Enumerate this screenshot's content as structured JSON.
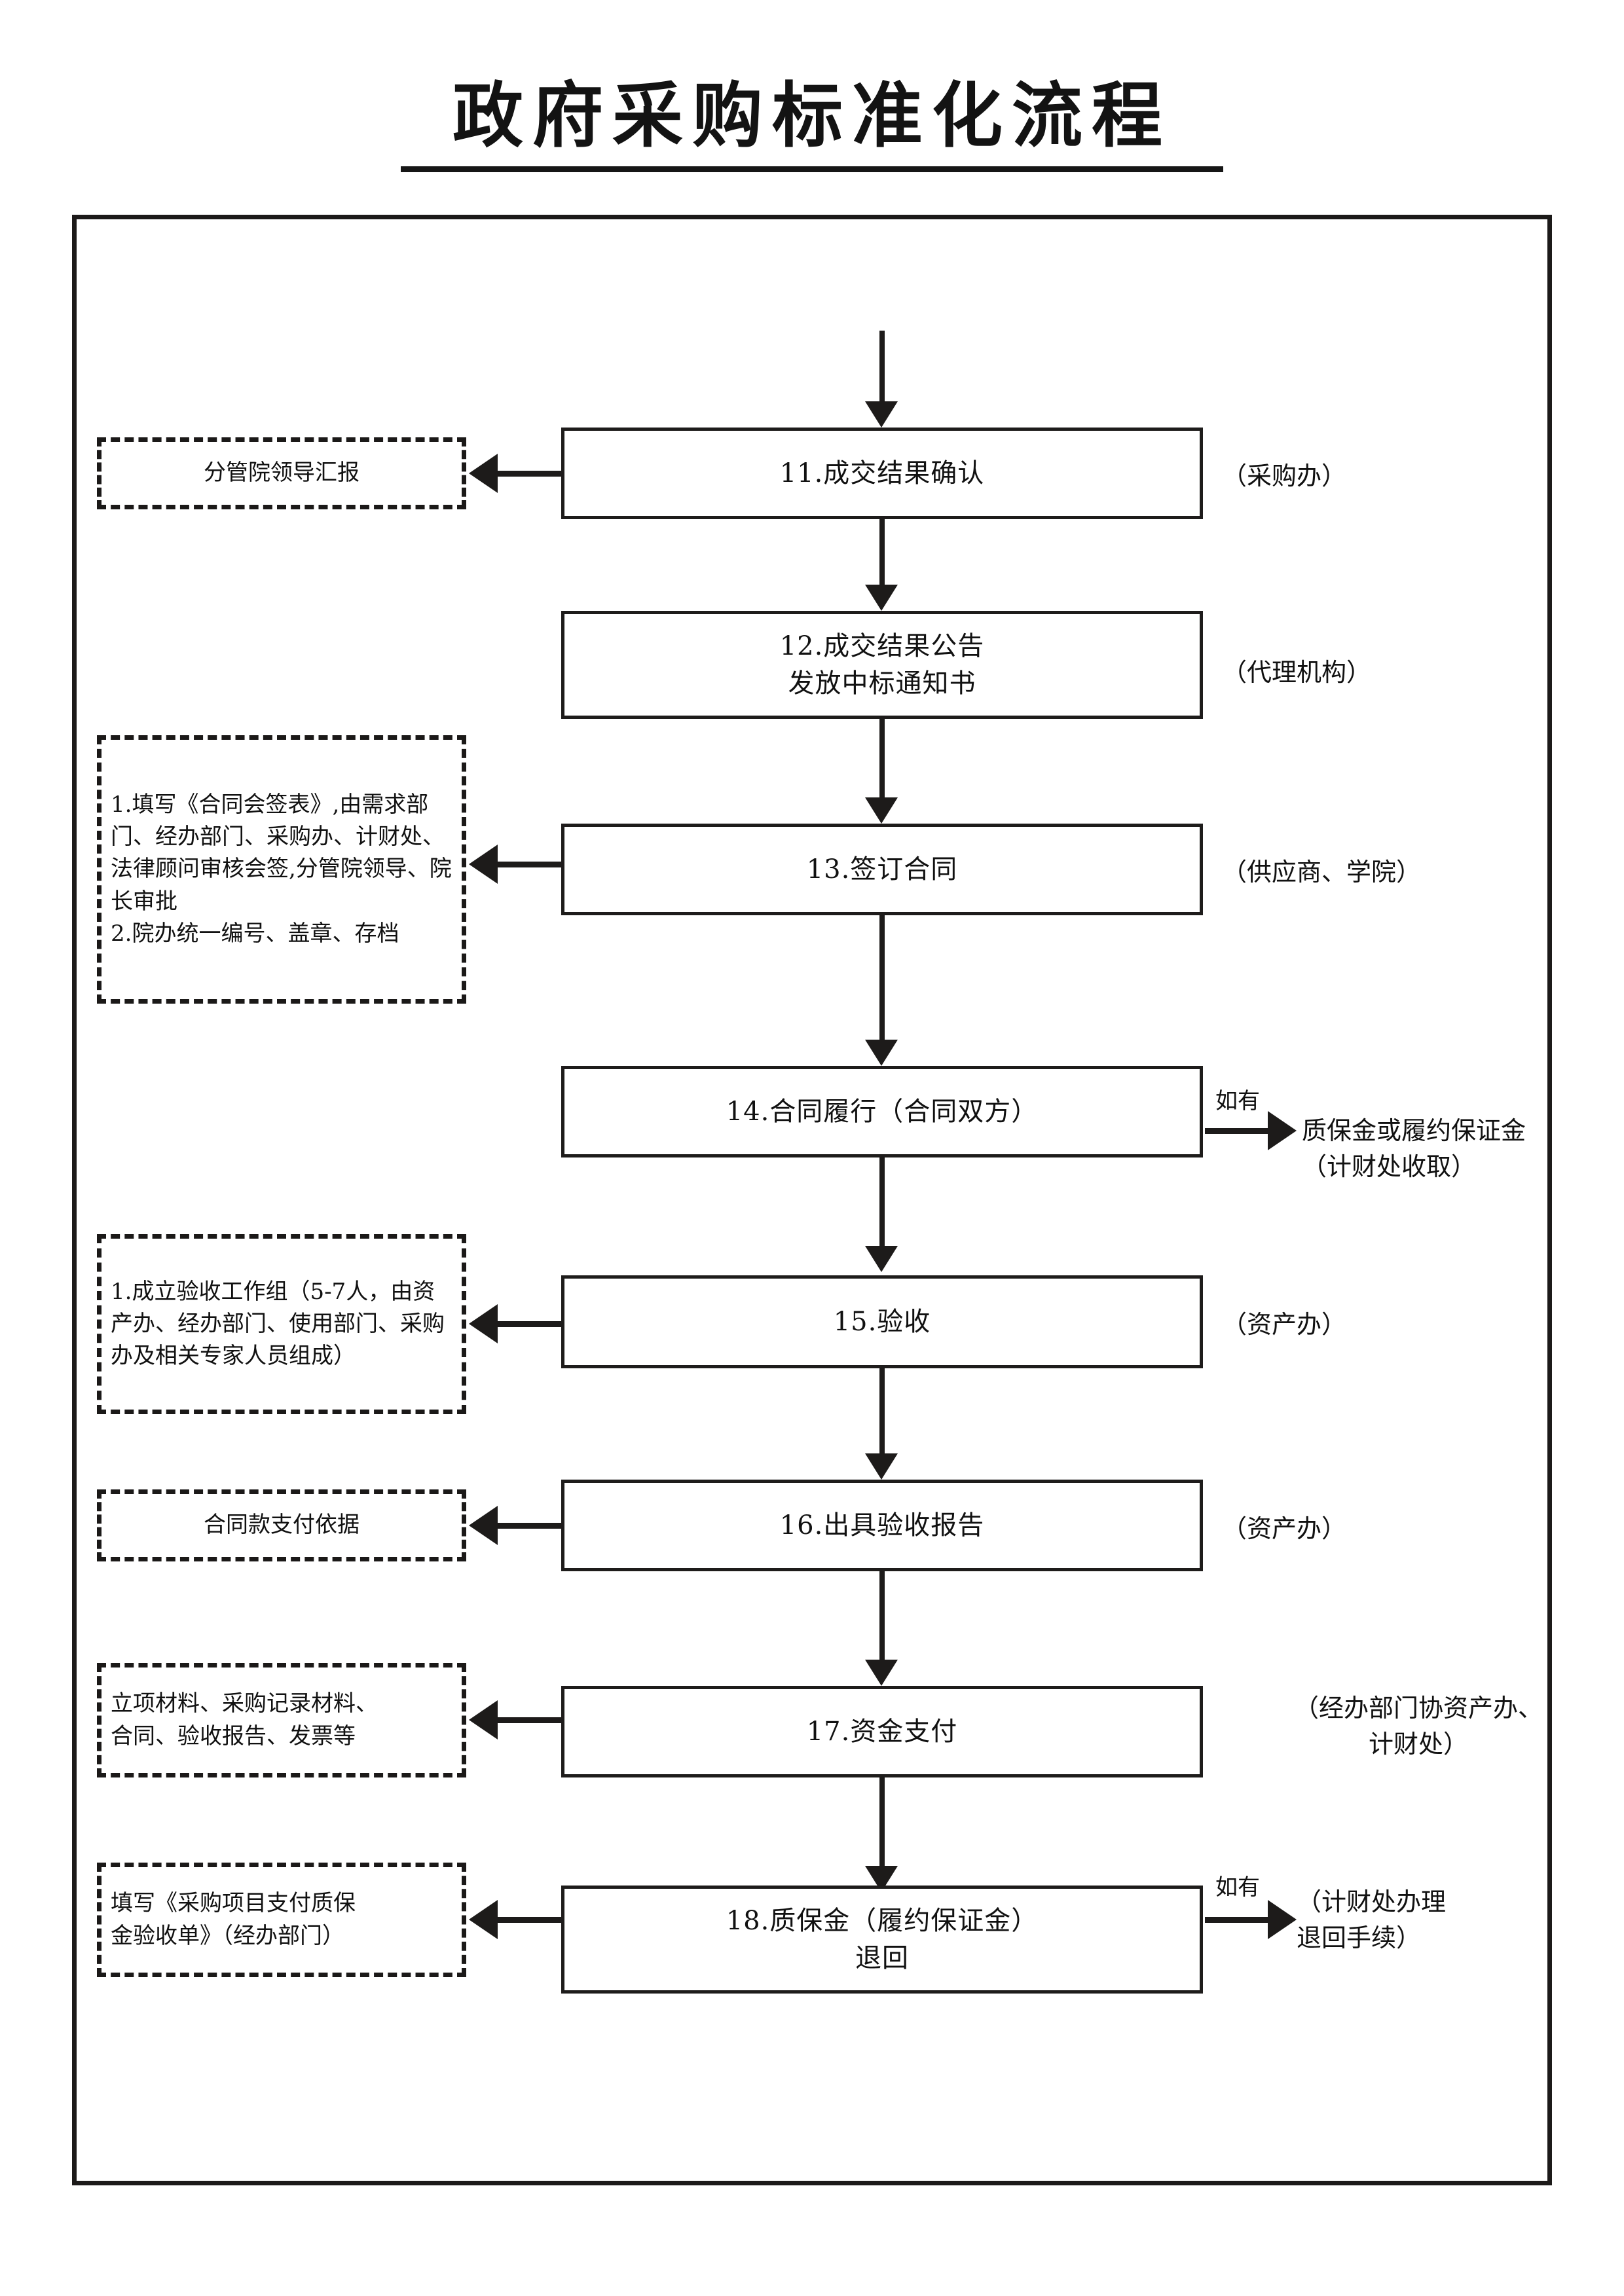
{
  "title": "政府采购标准化流程",
  "steps": [
    {
      "id": "step-11",
      "box": "11.成交结果确认",
      "role": "（采购办）",
      "note": "分管院领导汇报"
    },
    {
      "id": "step-12",
      "box": "12.成交结果公告\n发放中标通知书",
      "role": "（代理机构）",
      "note": ""
    },
    {
      "id": "step-13",
      "box": "13.签订合同",
      "role": "（供应商、学院）",
      "note": "1.填写《合同会签表》,由需求部门、经办部门、采购办、计财处、法律顾问审核会签,分管院领导、院长审批\n2.院办统一编号、盖章、存档"
    },
    {
      "id": "step-14",
      "box": "14.合同履行（合同双方）",
      "role": "",
      "note": "",
      "branch_condition": "如有",
      "branch_text": "质保金或履约保证金\n（计财处收取）"
    },
    {
      "id": "step-15",
      "box": "15.验收",
      "role": "（资产办）",
      "note": "1.成立验收工作组（5-7人，由资产办、经办部门、使用部门、采购办及相关专家人员组成）"
    },
    {
      "id": "step-16",
      "box": "16.出具验收报告",
      "role": "（资产办）",
      "note": "合同款支付依据"
    },
    {
      "id": "step-17",
      "box": "17.资金支付",
      "role": "（经办部门协资产办、\n计财处）",
      "note": "立项材料、采购记录材料、\n合同、验收报告、发票等"
    },
    {
      "id": "step-18",
      "box": "18.质保金（履约保证金）\n退回",
      "role": "",
      "note": "填写《采购项目支付质保\n金验收单》（经办部门）",
      "branch_condition": "如有",
      "branch_text": "（计财处办理\n退回手续）"
    }
  ],
  "colors": {
    "ink": "#1c1a19",
    "paper": "#ffffff"
  }
}
